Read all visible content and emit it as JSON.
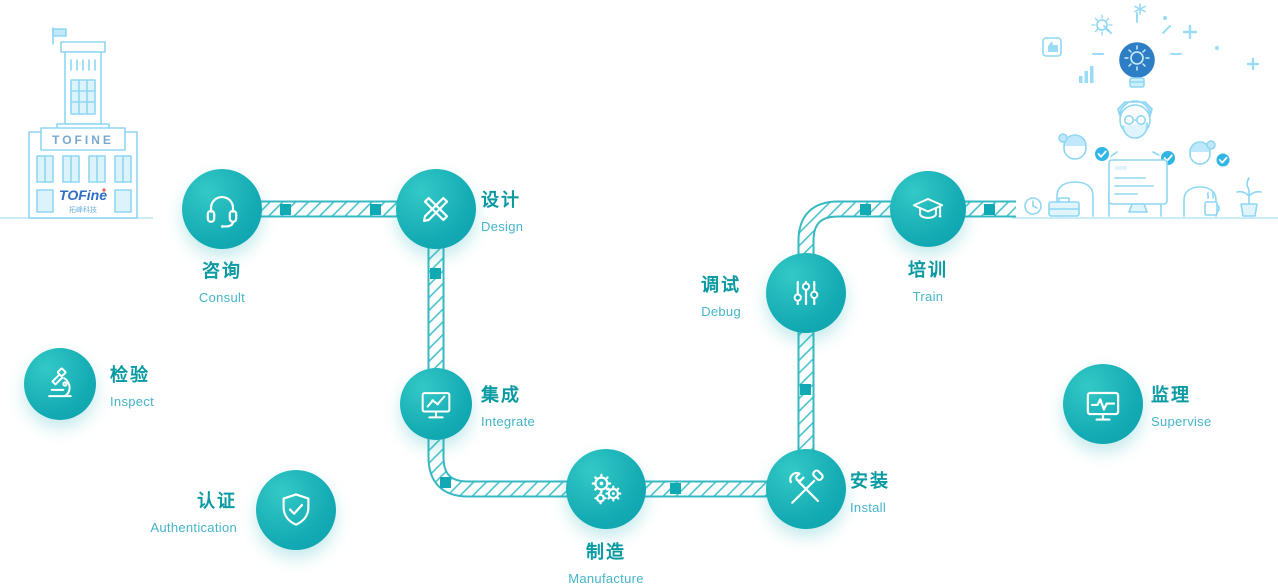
{
  "brand": {
    "building_sign": "TOFINE",
    "logo_main": "TOFine",
    "logo_sub": "拓峰科技"
  },
  "process_steps": [
    {
      "zh": "咨询",
      "en": "Consult",
      "icon": "headset-icon"
    },
    {
      "zh": "设计",
      "en": "Design",
      "icon": "pencil-ruler-icon"
    },
    {
      "zh": "集成",
      "en": "Integrate",
      "icon": "monitor-chart-icon"
    },
    {
      "zh": "制造",
      "en": "Manufacture",
      "icon": "gears-icon"
    },
    {
      "zh": "安装",
      "en": "Install",
      "icon": "wrench-screwdriver-icon"
    },
    {
      "zh": "调试",
      "en": "Debug",
      "icon": "sliders-icon"
    },
    {
      "zh": "培训",
      "en": "Train",
      "icon": "graduation-cap-icon"
    }
  ],
  "support_steps": [
    {
      "zh": "检验",
      "en": "Inspect",
      "icon": "microscope-icon"
    },
    {
      "zh": "认证",
      "en": "Authentication",
      "icon": "shield-check-icon"
    },
    {
      "zh": "监理",
      "en": "Supervise",
      "icon": "monitor-pulse-icon"
    }
  ],
  "colors": {
    "circle": "#14abb4",
    "label_zh": "#0a9aa2",
    "label_en": "#45b5c9",
    "road_stripe": "#49c3cd",
    "road_border": "#35b9c3",
    "road_marker": "#10a9b4",
    "line_art": "#8ed7f3",
    "badge_blue": "#2fb6e6",
    "bulb_blue": "#2e7ec6"
  }
}
